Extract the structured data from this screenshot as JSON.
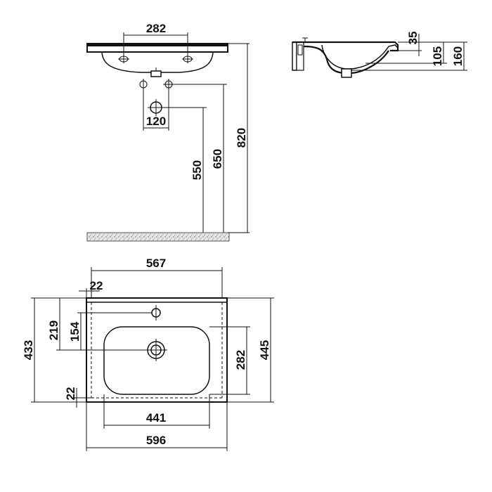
{
  "diagram": {
    "front_view": {
      "top_width_label": "282",
      "drain_spacing_label": "120",
      "height_550_label": "550",
      "height_650_label": "650",
      "height_820_label": "820"
    },
    "side_view": {
      "label_35": "35",
      "label_105": "105",
      "label_160": "160"
    },
    "top_view": {
      "label_567": "567",
      "label_22_top": "22",
      "label_219": "219",
      "label_154": "154",
      "label_433": "433",
      "label_22_bottom": "22",
      "label_282": "282",
      "label_445": "445",
      "label_441": "441",
      "label_596": "596"
    }
  }
}
